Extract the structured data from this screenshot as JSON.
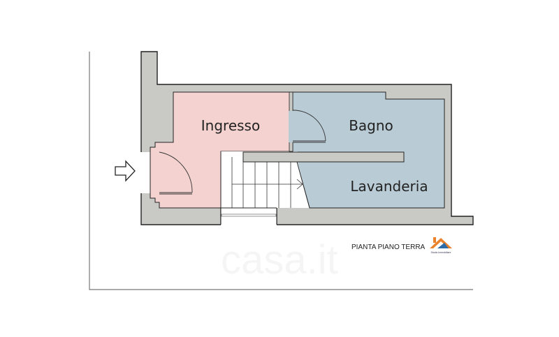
{
  "plan": {
    "rooms": [
      {
        "name": "Ingresso",
        "color": "#f3d2d0"
      },
      {
        "name": "Bagno",
        "color": "#b9cbd5"
      },
      {
        "name": "Lavanderia",
        "color": "#b9cbd5"
      }
    ],
    "wall_color": "#c9c9c6",
    "caption": "PIANTA PIANO TERRA",
    "logo_text": "Studio Immobiliare",
    "watermark": "casa.it"
  }
}
